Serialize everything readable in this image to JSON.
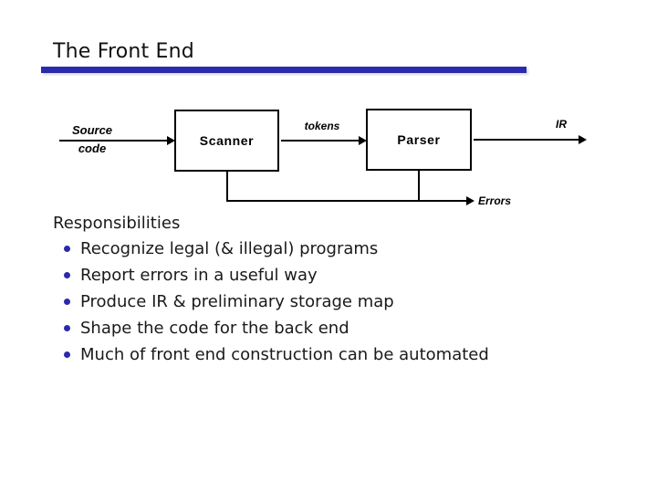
{
  "slide": {
    "title": "The Front End",
    "accent_color": "#2a2aad",
    "background_color": "#ffffff"
  },
  "diagram": {
    "source_label": {
      "line1": "Source",
      "line2": "code"
    },
    "scanner_box_label": "Scanner",
    "tokens_label": "tokens",
    "parser_box_label": "Parser",
    "ir_label": "IR",
    "errors_label": "Errors"
  },
  "list": {
    "heading": "Responsibilities",
    "items": [
      "Recognize legal (& illegal) programs",
      "Report errors in a useful way",
      "Produce IR & preliminary storage map",
      "Shape the code for the back end",
      "Much of front end construction can be automated"
    ]
  }
}
